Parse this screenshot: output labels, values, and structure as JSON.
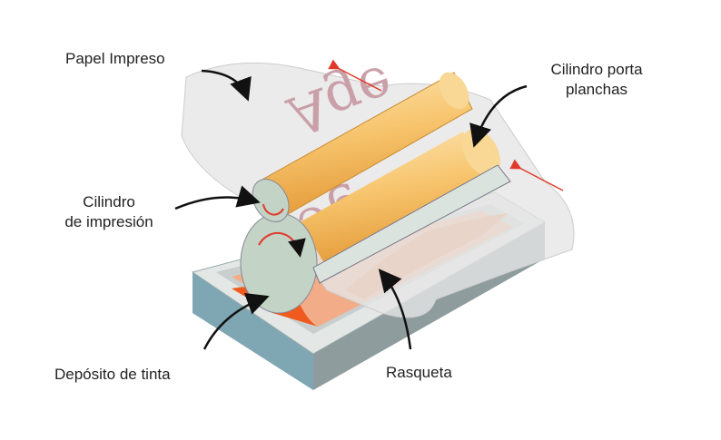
{
  "labels": {
    "paper": "Papel Impreso",
    "plate_cylinder_1": "Cilindro porta",
    "plate_cylinder_2": "planchas",
    "impression_cylinder_1": "Cilindro",
    "impression_cylinder_2": "de impresión",
    "ink_tank": "Depósito de tinta",
    "doctor_blade": "Rasqueta"
  },
  "print_text": "Age",
  "colors": {
    "cylinder": "#f7c56e",
    "ink": "#f05a1e",
    "base_front": "#7fa6b3",
    "arrow_red": "#e03a2a"
  }
}
